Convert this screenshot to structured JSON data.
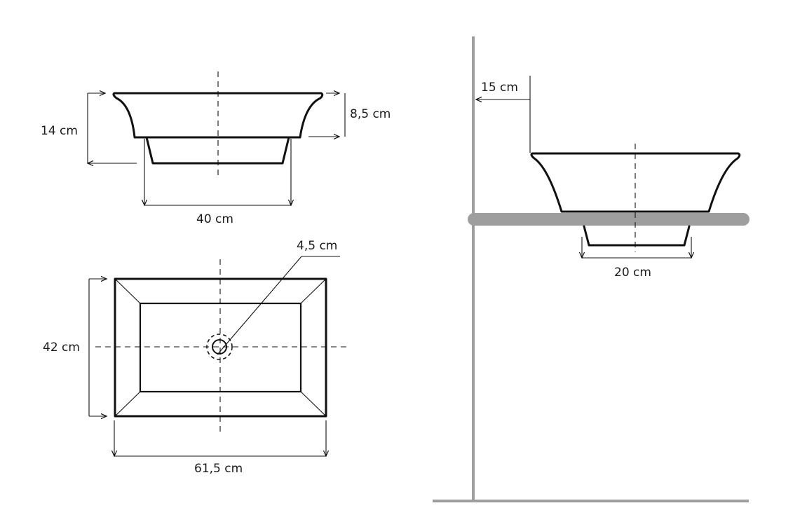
{
  "dimensions": {
    "side_height": "14 cm",
    "bowl_depth": "8,5 cm",
    "base_width": "40 cm",
    "drain_diameter": "4,5 cm",
    "top_depth": "42 cm",
    "top_width": "61,5 cm",
    "wall_distance": "15 cm",
    "install_base_width": "20 cm"
  },
  "colors": {
    "outline": "#111111",
    "structure": "#9e9e9e",
    "background": "#ffffff"
  }
}
